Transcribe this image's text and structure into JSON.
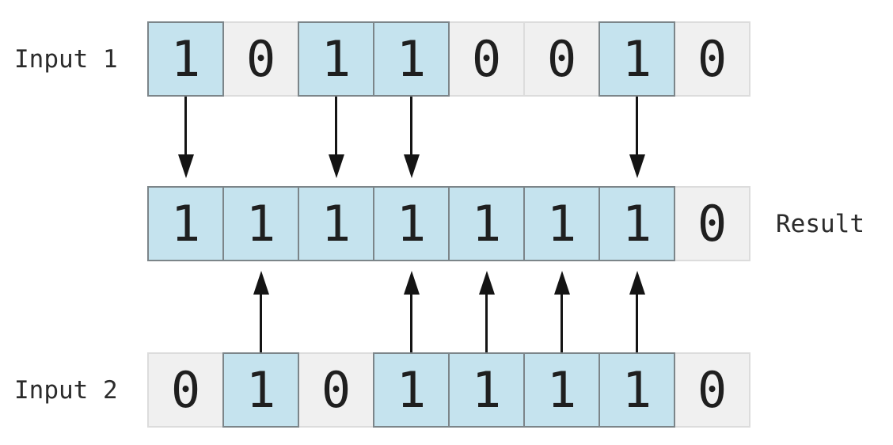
{
  "rows": [
    {
      "name": "input1",
      "label": "Input 1",
      "label_side": "left",
      "bits": [
        "1",
        "0",
        "1",
        "1",
        "0",
        "0",
        "1",
        "0"
      ]
    },
    {
      "name": "result",
      "label": "Result",
      "label_side": "right",
      "bits": [
        "1",
        "1",
        "1",
        "1",
        "1",
        "1",
        "1",
        "0"
      ]
    },
    {
      "name": "input2",
      "label": "Input 2",
      "label_side": "left",
      "bits": [
        "0",
        "1",
        "0",
        "1",
        "1",
        "1",
        "1",
        "0"
      ]
    }
  ],
  "arrows": {
    "down_from_input1_columns": [
      0,
      2,
      3,
      6
    ],
    "up_from_input2_columns": [
      1,
      3,
      4,
      5,
      6
    ]
  },
  "colors": {
    "highlight_fill": "#c5e3ee",
    "highlight_border": "#7c8589",
    "zero_fill": "#f0f0f0",
    "zero_border": "#dcdcdc",
    "digit_text": "#1f1f1f",
    "label_text": "#2b2b2b",
    "arrow": "#141414"
  }
}
